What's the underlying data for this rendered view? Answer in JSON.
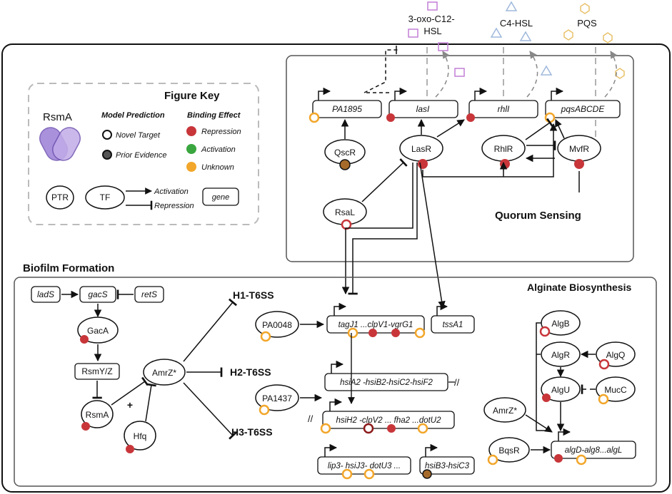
{
  "colors": {
    "repression": "#c8363a",
    "activation": "#3aa63f",
    "unknown": "#f2a62a",
    "prior": "#a66b2a",
    "rsma": "#a98bd9",
    "purple": "#c27fd6",
    "blue": "#9fb8dc",
    "yellow": "#e8c26a"
  },
  "key": {
    "title": "Figure Key",
    "rsma": "RsmA",
    "model_prediction": "Model Prediction",
    "binding_effect": "Binding Effect",
    "novel_target": "Novel Target",
    "prior_evidence": "Prior Evidence",
    "repression": "Repression",
    "activation": "Activation",
    "unknown": "Unknown",
    "ptr": "PTR",
    "tf": "TF",
    "gene": "gene",
    "arrow_activation": "Activation",
    "arrow_repression": "Repression"
  },
  "signals": {
    "hsl3oxo": "3-oxo-C12-\nHSL",
    "hsl3oxo_l1": "3-oxo-C12-",
    "hsl3oxo_l2": "HSL",
    "c4": "C4-HSL",
    "pqs": "PQS"
  },
  "quorum": {
    "title": "Quorum Sensing",
    "genes": {
      "pa1895": "PA1895",
      "lasi": "lasI",
      "rhli": "rhlI",
      "pqs": "pqsABCDE"
    },
    "tfs": {
      "qscr": "QscR",
      "lasr": "LasR",
      "rhlr": "RhlR",
      "mvfr": "MvfR",
      "rsal": "RsaL"
    }
  },
  "biofilm": {
    "title": "Biofilm Formation",
    "lads": "ladS",
    "gacs": "gacS",
    "rets": "retS",
    "gaca": "GacA",
    "rsmyz": "RsmY/Z",
    "rsma": "RsmA",
    "hfq": "Hfq",
    "amrz": "AmrZ*",
    "plus": "+",
    "h1": "H1-T6SS",
    "h2": "H2-T6SS",
    "h3": "H3-T6SS",
    "pa0048": "PA0048",
    "pa1437": "PA1437",
    "tagj": "tagJ1 ...clpV1-vgrG1",
    "tssa": "tssA1",
    "hsia": "hsiA2 -hsiB2-hsiC2-hsiF2",
    "hsih": "hsiH2 -clpV2 ... fha2 ...dotU2",
    "lip": "lip3- hsiJ3- dotU3 ...",
    "hsib": "hsiB3-hsiC3"
  },
  "alginate": {
    "title": "Alginate Biosynthesis",
    "algb": "AlgB",
    "algr": "AlgR",
    "algq": "AlgQ",
    "algu": "AlgU",
    "mucc": "MucC",
    "amrz": "AmrZ*",
    "bqsr": "BqsR",
    "algd": "algD-alg8...algL"
  }
}
